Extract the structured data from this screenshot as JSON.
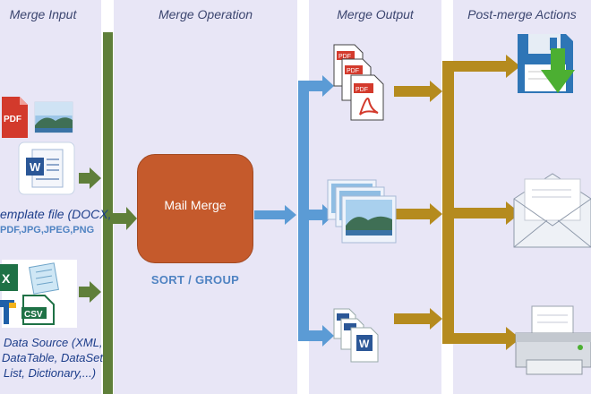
{
  "columns": {
    "input": "Merge Input",
    "operation": "Merge Operation",
    "output": "Merge Output",
    "actions": "Post-merge Actions"
  },
  "inputs": {
    "template_label_line1": "emplate file (DOCX,",
    "template_label_line2": "PDF,JPG,JPEG,PNG",
    "datasource_line1": "Data Source (XML,",
    "datasource_line2": "DataTable, DataSet",
    "datasource_line3": "List, Dictionary,...)"
  },
  "operation": {
    "box_label": "Mail Merge",
    "caption": "SORT / GROUP"
  },
  "icons": {
    "pdf_badge": "PDF",
    "word_badge": "W",
    "csv_badge": "CSV",
    "excel_badge": "X"
  },
  "colors": {
    "column_bg": "#e8e6f6",
    "green_arrow": "#5f7f3a",
    "blue_arrow": "#5b9bd5",
    "gold_arrow": "#b58b1e",
    "merge_box": "#c55a2c"
  }
}
